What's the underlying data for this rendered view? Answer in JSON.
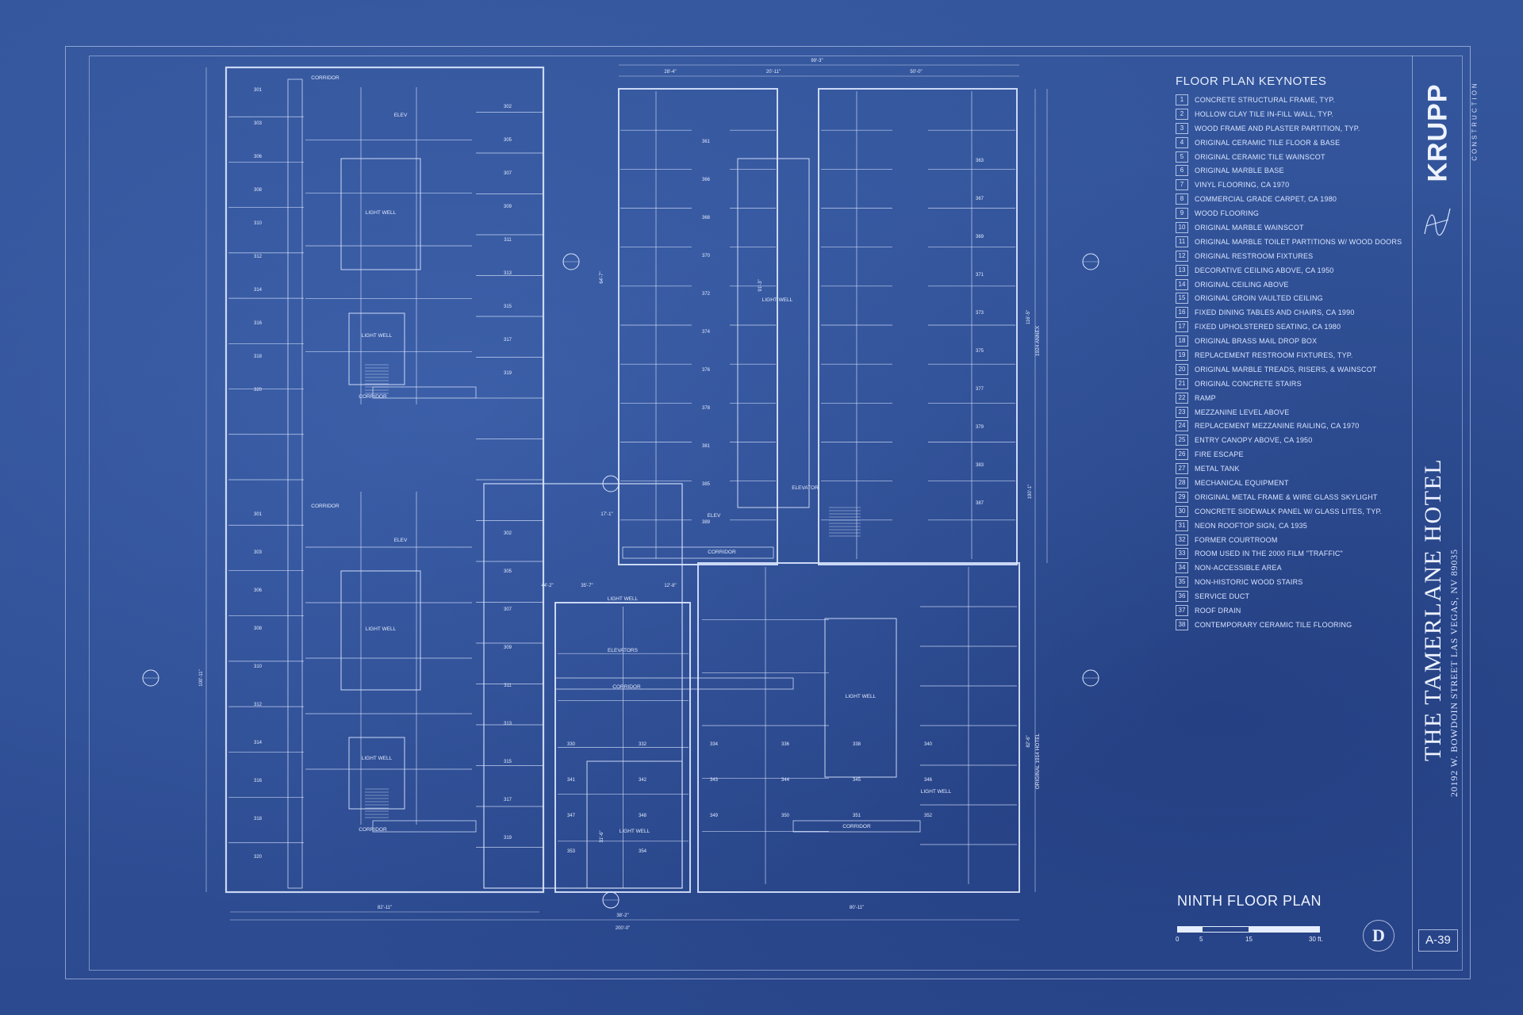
{
  "sheet": {
    "keynotes_title": "FLOOR PLAN KEYNOTES",
    "plan_title": "NINTH FLOOR PLAN",
    "sheet_number": "A-39",
    "scale_labels": [
      "0",
      "5",
      "15",
      "30 ft."
    ],
    "company": "KRUPP",
    "company_sub": "CONSTRUCTION",
    "hotel_name": "THE TAMERLANE HOTEL",
    "address": "20192 W. BOWDOIN STREET    LAS VEGAS, NV 89035",
    "north_symbol": "D"
  },
  "keynotes": [
    {
      "n": "1",
      "t": "CONCRETE STRUCTURAL FRAME, TYP."
    },
    {
      "n": "2",
      "t": "HOLLOW CLAY TILE IN-FILL WALL, TYP."
    },
    {
      "n": "3",
      "t": "WOOD FRAME AND PLASTER PARTITION, TYP."
    },
    {
      "n": "4",
      "t": "ORIGINAL CERAMIC TILE FLOOR & BASE"
    },
    {
      "n": "5",
      "t": "ORIGINAL CERAMIC TILE WAINSCOT"
    },
    {
      "n": "6",
      "t": "ORIGINAL MARBLE BASE"
    },
    {
      "n": "7",
      "t": "VINYL FLOORING, CA 1970"
    },
    {
      "n": "8",
      "t": "COMMERCIAL GRADE CARPET, CA 1980"
    },
    {
      "n": "9",
      "t": "WOOD FLOORING"
    },
    {
      "n": "10",
      "t": "ORIGINAL MARBLE WAINSCOT"
    },
    {
      "n": "11",
      "t": "ORIGINAL MARBLE TOILET PARTITIONS W/ WOOD DOORS"
    },
    {
      "n": "12",
      "t": "ORIGINAL RESTROOM FIXTURES"
    },
    {
      "n": "13",
      "t": "DECORATIVE CEILING ABOVE, CA 1950"
    },
    {
      "n": "14",
      "t": "ORIGINAL CEILING ABOVE"
    },
    {
      "n": "15",
      "t": "ORIGINAL GROIN VAULTED CEILING"
    },
    {
      "n": "16",
      "t": "FIXED DINING TABLES AND CHAIRS, CA 1990"
    },
    {
      "n": "17",
      "t": "FIXED UPHOLSTERED SEATING, CA 1980"
    },
    {
      "n": "18",
      "t": "ORIGINAL BRASS MAIL DROP BOX"
    },
    {
      "n": "19",
      "t": "REPLACEMENT RESTROOM FIXTURES, TYP."
    },
    {
      "n": "20",
      "t": "ORIGINAL MARBLE TREADS, RISERS, & WAINSCOT"
    },
    {
      "n": "21",
      "t": "ORIGINAL CONCRETE STAIRS"
    },
    {
      "n": "22",
      "t": "RAMP"
    },
    {
      "n": "23",
      "t": "MEZZANINE LEVEL ABOVE"
    },
    {
      "n": "24",
      "t": "REPLACEMENT MEZZANINE RAILING, CA 1970"
    },
    {
      "n": "25",
      "t": "ENTRY CANOPY ABOVE, CA 1950"
    },
    {
      "n": "26",
      "t": "FIRE ESCAPE"
    },
    {
      "n": "27",
      "t": "METAL TANK"
    },
    {
      "n": "28",
      "t": "MECHANICAL EQUIPMENT"
    },
    {
      "n": "29",
      "t": "ORIGINAL METAL FRAME & WIRE GLASS SKYLIGHT"
    },
    {
      "n": "30",
      "t": "CONCRETE SIDEWALK PANEL W/ GLASS LITES, TYP."
    },
    {
      "n": "31",
      "t": "NEON ROOFTOP SIGN, CA 1935"
    },
    {
      "n": "32",
      "t": "FORMER COURTROOM"
    },
    {
      "n": "33",
      "t": "ROOM USED IN THE 2000 FILM \"TRAFFIC\""
    },
    {
      "n": "34",
      "t": "NON-ACCESSIBLE AREA"
    },
    {
      "n": "35",
      "t": "NON-HISTORIC WOOD STAIRS"
    },
    {
      "n": "36",
      "t": "SERVICE DUCT"
    },
    {
      "n": "37",
      "t": "ROOF DRAIN"
    },
    {
      "n": "38",
      "t": "CONTEMPORARY CERAMIC TILE FLOORING"
    }
  ],
  "plan_labels": {
    "dims": [
      "99'-3\"",
      "28'-4\"",
      "20'-11\"",
      "50'-0\"",
      "82'-11\"",
      "38'-2\"",
      "80'-11\"",
      "200'-0\"",
      "35'-7\"",
      "12'-8\"",
      "44'-2\"",
      "17'-1\"",
      "100'-11\"",
      "82'-6\"",
      "116'-5\"",
      "91'-3\"",
      "64'-7\"",
      "190'-1\"",
      "31'-6\""
    ],
    "areas": [
      "CORRIDOR",
      "CORRIDOR",
      "CORRIDOR",
      "CORRIDOR",
      "CORRIDOR",
      "CORRIDOR",
      "CORRIDOR",
      "ELEV",
      "ELEV",
      "ELEV",
      "ELEVATOR",
      "ELEVATORS",
      "LIGHT WELL",
      "LIGHT WELL",
      "LIGHT WELL",
      "LIGHT WELL",
      "LIGHT WELL",
      "LIGHT WELL",
      "LIGHT WELL",
      "LIGHT WELL",
      "LIGHT WELL",
      "1924 ANNEX",
      "ORIGINAL 1914 HOTEL"
    ],
    "rooms": [
      "301",
      "302",
      "303",
      "305",
      "306",
      "307",
      "308",
      "309",
      "310",
      "311",
      "312",
      "313",
      "314",
      "315",
      "316",
      "317",
      "318",
      "319",
      "320",
      "301",
      "302",
      "303",
      "305",
      "306",
      "307",
      "308",
      "309",
      "310",
      "311",
      "312",
      "313",
      "314",
      "315",
      "316",
      "317",
      "318",
      "319",
      "320",
      "330",
      "332",
      "334",
      "336",
      "338",
      "340",
      "341",
      "342",
      "343",
      "344",
      "345",
      "346",
      "347",
      "348",
      "349",
      "350",
      "351",
      "352",
      "353",
      "354",
      "361",
      "363",
      "366",
      "367",
      "368",
      "369",
      "370",
      "371",
      "372",
      "373",
      "374",
      "375",
      "376",
      "377",
      "378",
      "379",
      "381",
      "383",
      "385",
      "387",
      "389"
    ]
  }
}
